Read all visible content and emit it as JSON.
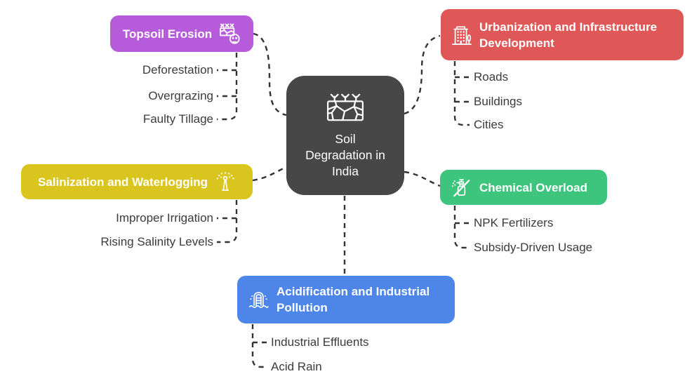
{
  "center": {
    "label": "Soil Degradation in India",
    "color": "#474747",
    "icon": "cracked-soil-icon"
  },
  "branches": [
    {
      "label": "Topsoil Erosion",
      "color": "#b65cda",
      "icon": "erosion-skull-icon",
      "children": [
        "Deforestation",
        "Overgrazing",
        "Faulty Tillage"
      ]
    },
    {
      "label": "Urbanization and Infrastructure Development",
      "color": "#e05757",
      "icon": "city-building-icon",
      "children": [
        "Roads",
        "Buildings",
        "Cities"
      ]
    },
    {
      "label": "Salinization and Waterlogging",
      "color": "#d9c51d",
      "icon": "sprinkler-icon",
      "children": [
        "Improper Irrigation",
        "Rising Salinity Levels"
      ]
    },
    {
      "label": "Chemical Overload",
      "color": "#3dc47d",
      "icon": "no-spray-icon",
      "children": [
        "NPK Fertilizers",
        "Subsidy-Driven Usage"
      ]
    },
    {
      "label": "Acidification and Industrial Pollution",
      "color": "#4d86e8",
      "icon": "effluent-pipe-icon",
      "children": [
        "Industrial Effluents",
        "Acid Rain"
      ]
    }
  ],
  "connector_color": "#333333",
  "text_color": "#3b3b3b"
}
